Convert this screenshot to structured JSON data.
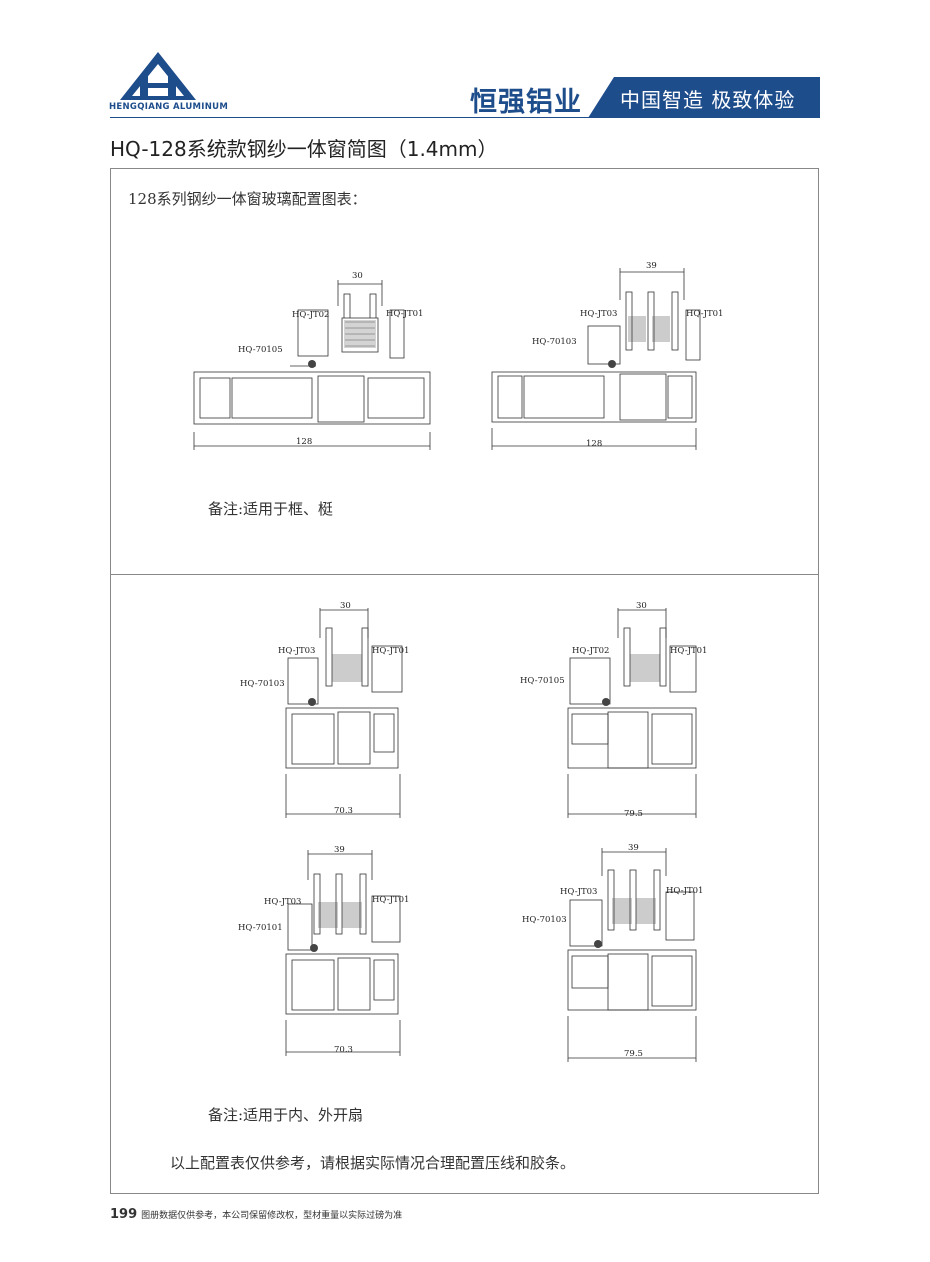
{
  "header": {
    "logo_text": "HENGQIANG ALUMINUM",
    "brand_name": "恒强铝业",
    "slogan": "中国智造 极致体验",
    "brand_color": "#1e4d8c"
  },
  "page_title": "HQ-128系统款钢纱一体窗简图（1.4mm）",
  "section_title": "128系列钢纱一体窗玻璃配置图表：",
  "diagrams": [
    {
      "glass_width": "30",
      "left_label": "HQ-JT02",
      "right_label": "HQ-JT01",
      "profile_label": "HQ-70105",
      "overall_width": "128"
    },
    {
      "glass_width": "39",
      "left_label": "HQ-JT03",
      "right_label": "HQ-JT01",
      "profile_label": "HQ-70103",
      "overall_width": "128"
    },
    {
      "glass_width": "30",
      "left_label": "HQ-JT03",
      "right_label": "HQ-JT01",
      "profile_label": "HQ-70103",
      "overall_width": "70.3"
    },
    {
      "glass_width": "30",
      "left_label": "HQ-JT02",
      "right_label": "HQ-JT01",
      "profile_label": "HQ-70105",
      "overall_width": "79.5"
    },
    {
      "glass_width": "39",
      "left_label": "HQ-JT03",
      "right_label": "HQ-JT01",
      "profile_label": "HQ-70101",
      "overall_width": "70.3"
    },
    {
      "glass_width": "39",
      "left_label": "HQ-JT03",
      "right_label": "HQ-JT01",
      "profile_label": "HQ-70103",
      "overall_width": "79.5"
    }
  ],
  "note_frame": "备注:适用于框、梃",
  "note_sash": "备注:适用于内、外开扇",
  "final_note": "以上配置表仅供参考，请根据实际情况合理配置压线和胶条。",
  "footer": {
    "page_number": "199",
    "text": "图册数据仅供参考，本公司保留修改权，型材重量以实际过磅为准"
  }
}
